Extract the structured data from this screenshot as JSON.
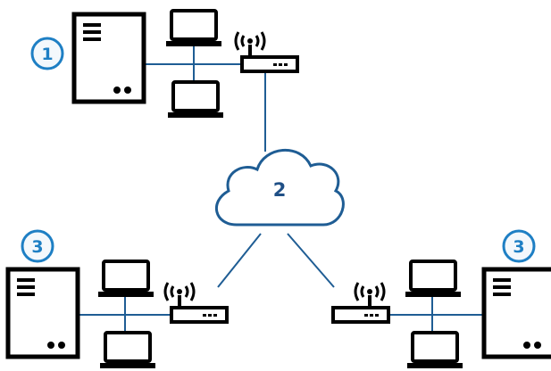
{
  "diagram": {
    "badges": [
      {
        "label": "1"
      },
      {
        "label": "3"
      },
      {
        "label": "3"
      }
    ],
    "cloud_label": "2",
    "colors": {
      "stroke": "#000000",
      "link": "#1f5d94",
      "cloud": "#1f5d94",
      "badge": "#1e7fc4",
      "badge_fill": "#f3f8fc",
      "text": "#1f4f86"
    },
    "nodes": {
      "top_site": [
        "server",
        "laptop",
        "laptop",
        "wifi-router"
      ],
      "left_site": [
        "server",
        "laptop",
        "laptop",
        "wifi-router"
      ],
      "right_site": [
        "server",
        "laptop",
        "laptop",
        "wifi-router"
      ]
    }
  }
}
